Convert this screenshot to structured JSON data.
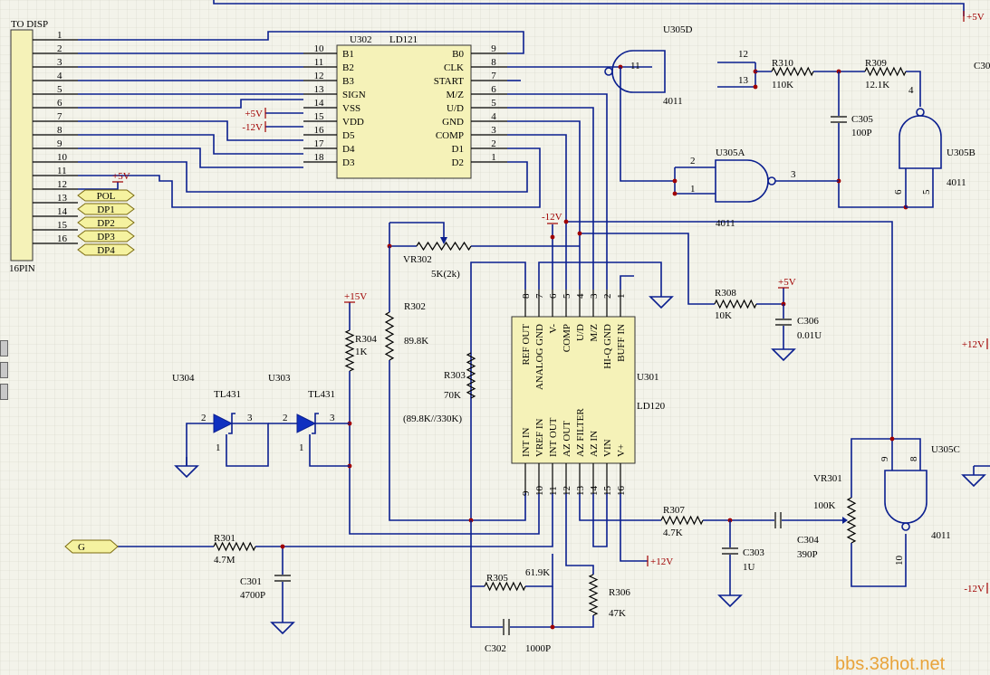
{
  "connector": {
    "title": "TO DISP",
    "type": "16PIN",
    "pins": [
      "1",
      "2",
      "3",
      "4",
      "5",
      "6",
      "7",
      "8",
      "9",
      "10",
      "11",
      "12",
      "13",
      "14",
      "15",
      "16"
    ]
  },
  "net_flags": [
    "POL",
    "DP1",
    "DP2",
    "DP3",
    "DP4"
  ],
  "ld121": {
    "ref": "U302",
    "part": "LD121",
    "left_pins": [
      {
        "num": "10",
        "name": "B1"
      },
      {
        "num": "11",
        "name": "B2"
      },
      {
        "num": "12",
        "name": "B3"
      },
      {
        "num": "13",
        "name": "SIGN"
      },
      {
        "num": "14",
        "name": "VSS"
      },
      {
        "num": "15",
        "name": "VDD"
      },
      {
        "num": "16",
        "name": "D5"
      },
      {
        "num": "17",
        "name": "D4"
      },
      {
        "num": "18",
        "name": "D3"
      }
    ],
    "right_pins": [
      {
        "num": "9",
        "name": "B0"
      },
      {
        "num": "8",
        "name": "CLK"
      },
      {
        "num": "7",
        "name": "START"
      },
      {
        "num": "6",
        "name": "M/Z"
      },
      {
        "num": "5",
        "name": "U/D"
      },
      {
        "num": "4",
        "name": "GND"
      },
      {
        "num": "3",
        "name": "COMP"
      },
      {
        "num": "2",
        "name": "D1"
      },
      {
        "num": "1",
        "name": "D2"
      }
    ]
  },
  "ld120": {
    "ref": "U301",
    "part": "LD120",
    "top_pins": [
      {
        "num": "8",
        "name": "REF OUT"
      },
      {
        "num": "7",
        "name": "ANALOG GND"
      },
      {
        "num": "6",
        "name": "V-"
      },
      {
        "num": "5",
        "name": "COMP"
      },
      {
        "num": "4",
        "name": "U/D"
      },
      {
        "num": "3",
        "name": "M/Z"
      },
      {
        "num": "2",
        "name": "HI-Q GND"
      },
      {
        "num": "1",
        "name": "BUFF IN"
      }
    ],
    "bottom_pins": [
      {
        "num": "9",
        "name": "INT IN"
      },
      {
        "num": "10",
        "name": "VREF IN"
      },
      {
        "num": "11",
        "name": "INT OUT"
      },
      {
        "num": "12",
        "name": "AZ OUT"
      },
      {
        "num": "13",
        "name": "AZ FILTER"
      },
      {
        "num": "14",
        "name": "AZ IN"
      },
      {
        "num": "15",
        "name": "VIN"
      },
      {
        "num": "16",
        "name": "V+"
      }
    ]
  },
  "gates": {
    "u305d": {
      "ref": "U305D",
      "part": "4011",
      "pin_in_a": "12",
      "pin_in_b": "13",
      "pin_out": "11"
    },
    "u305a": {
      "ref": "U305A",
      "part": "4011",
      "pin_in_a": "2",
      "pin_in_b": "1",
      "pin_out": "3"
    },
    "u305b": {
      "ref": "U305B",
      "part": "4011",
      "pin_in_a": "6",
      "pin_in_b": "5",
      "pin_out": "4"
    },
    "u305c": {
      "ref": "U305C",
      "part": "4011",
      "pin_in_a": "9",
      "pin_in_b": "8",
      "pin_out": "10"
    }
  },
  "refs": {
    "u304": {
      "ref": "U304",
      "part": "TL431",
      "p1": "1",
      "p2": "2",
      "p3": "3"
    },
    "u303": {
      "ref": "U303",
      "part": "TL431",
      "p1": "1",
      "p2": "2",
      "p3": "3"
    }
  },
  "components": {
    "r310": {
      "ref": "R310",
      "value": "110K"
    },
    "r309": {
      "ref": "R309",
      "value": "12.1K"
    },
    "c305": {
      "ref": "C305",
      "value": "100P"
    },
    "r308": {
      "ref": "R308",
      "value": "10K"
    },
    "c306": {
      "ref": "C306",
      "value": "0.01U"
    },
    "vr302": {
      "ref": "VR302",
      "value": "5K(2k)"
    },
    "r302": {
      "ref": "R302",
      "value": "89.8K"
    },
    "r303": {
      "ref": "R303",
      "value": "70K",
      "note": "(89.8K//330K)"
    },
    "r304": {
      "ref": "R304",
      "value": "1K"
    },
    "r301": {
      "ref": "R301",
      "value": "4.7M"
    },
    "c301": {
      "ref": "C301",
      "value": "4700P"
    },
    "r305": {
      "ref": "R305",
      "value": "61.9K"
    },
    "r306": {
      "ref": "R306",
      "value": "47K"
    },
    "c302": {
      "ref": "C302",
      "value": "1000P"
    },
    "r307": {
      "ref": "R307",
      "value": "4.7K"
    },
    "c303": {
      "ref": "C303",
      "value": "1U"
    },
    "c304": {
      "ref": "C304",
      "value": "390P"
    },
    "vr301": {
      "ref": "VR301",
      "value": "100K"
    }
  },
  "power": {
    "p5v_top": "+5V",
    "p5v_conn": "+5V",
    "p5v_ld121": "+5V",
    "m12v_ld121": "-12V",
    "m12v_ld120": "-12V",
    "p15v": "+15V",
    "p5v_c306": "+5V",
    "p12v_ld120": "+12V",
    "p12v_right": "+12V",
    "m12v_right": "-12V",
    "c30_partial": "C30"
  },
  "input_port": "G",
  "watermark": "bbs.38hot.net"
}
